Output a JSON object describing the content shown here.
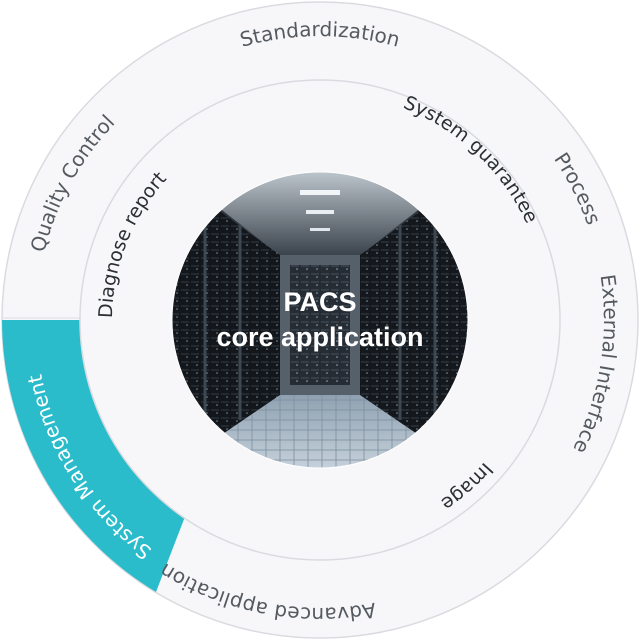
{
  "center": {
    "title": "PACS",
    "subtitle": "core application"
  },
  "outer_ring": {
    "standardization": "Standardization",
    "process": "Process",
    "external_interface": "External Interface",
    "advanced_application": "Advanced application",
    "system_management": "System Management",
    "quality_control": "Quality Control"
  },
  "inner_ring": {
    "system_guarantee": "System guarantee",
    "image": "Image",
    "diagnose_report": "Diagnose report"
  },
  "colors": {
    "ring_fill": "#f7f7f9",
    "ring_stroke": "#d9dbe0",
    "highlight": "#2bbccc",
    "text_dark": "#2b2f33",
    "text_muted": "#555a60"
  },
  "icons": {
    "center": "server-room-corridor-image"
  }
}
